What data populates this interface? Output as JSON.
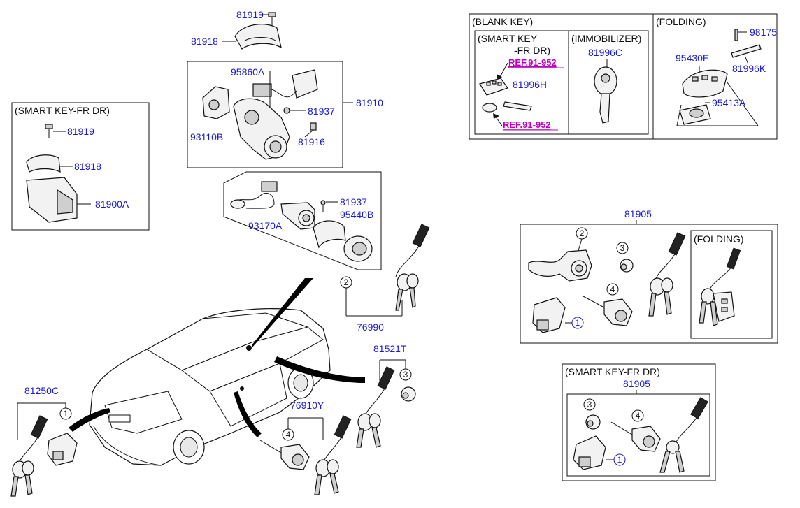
{
  "parts": {
    "p81919_top": "81919",
    "p81918_top": "81918",
    "p95860A": "95860A",
    "p81910": "81910",
    "p81937_a": "81937",
    "p93110B": "93110B",
    "p81916": "81916",
    "p81937_b": "81937",
    "p95440B": "95440B",
    "p93170A": "93170A",
    "p76990": "76990",
    "p81521T": "81521T",
    "p81250C": "81250C",
    "p76910Y": "76910Y",
    "p81919_left": "81919",
    "p81918_left": "81918",
    "p81900A": "81900A",
    "p81996H": "81996H",
    "p81996C": "81996C",
    "p98175": "98175",
    "p95430E": "95430E",
    "p81996K": "81996K",
    "p95413A": "95413A",
    "p81905_a": "81905",
    "p81905_b": "81905"
  },
  "captions": {
    "smart_key_fr_dr_left": "(SMART KEY-FR DR)",
    "blank_key": "(BLANK KEY)",
    "smart_key_line1": "(SMART KEY",
    "smart_key_line2": "-FR DR)",
    "immobilizer": "(IMMOBILIZER)",
    "folding_top": "(FOLDING)",
    "folding_mid": "(FOLDING)",
    "smart_key_fr_dr_bottom": "(SMART KEY-FR DR)"
  },
  "refs": {
    "ref_a": "REF.91-952",
    "ref_b": "REF.91-952"
  },
  "callouts": {
    "c1": "1",
    "c2": "2",
    "c3": "3",
    "c4": "4"
  },
  "colors": {
    "part_number": "#1a1ad6",
    "reference": "#c000c0",
    "line": "#111111"
  }
}
